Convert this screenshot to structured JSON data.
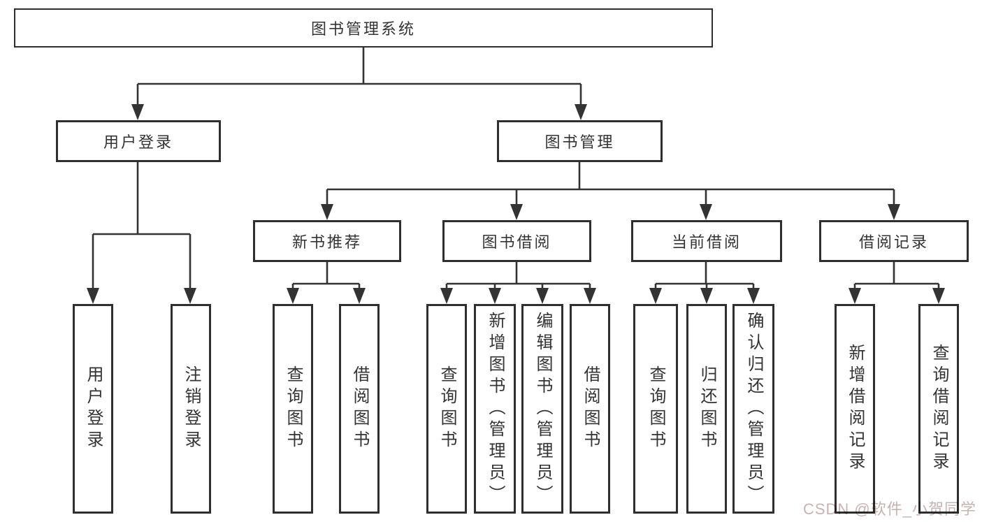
{
  "diagram": {
    "root": {
      "label": "图书管理系统"
    },
    "level2": {
      "user_login": {
        "label": "用户登录"
      },
      "book_management": {
        "label": "图书管理"
      }
    },
    "level3": {
      "new_book_recommend": {
        "label": "新书推荐"
      },
      "book_borrow": {
        "label": "图书借阅"
      },
      "current_borrow": {
        "label": "当前借阅"
      },
      "borrow_record": {
        "label": "借阅记录"
      }
    },
    "leaves": {
      "user_login_leaf": {
        "label": "用户登录"
      },
      "logout_leaf": {
        "label": "注销登录"
      },
      "recommend_query_book": {
        "label": "查询图书"
      },
      "recommend_borrow_book": {
        "label": "借阅图书"
      },
      "borrow_query_book": {
        "label": "查询图书"
      },
      "borrow_add_book": {
        "label": "新增图书（管理员）"
      },
      "borrow_edit_book": {
        "label": "编辑图书（管理员）"
      },
      "borrow_borrow_book": {
        "label": "借阅图书"
      },
      "current_query_book": {
        "label": "查询图书"
      },
      "current_return_book": {
        "label": "归还图书"
      },
      "current_confirm_return": {
        "label": "确认归还（管理员）"
      },
      "record_add_record": {
        "label": "新增借阅记录"
      },
      "record_query_record": {
        "label": "查询借阅记录"
      }
    }
  },
  "watermark": {
    "text": "CSDN @软件_小贺同学",
    "color": "#c9b2b2"
  },
  "colors": {
    "line": "#333333",
    "border": "#2f2f2f",
    "text": "#333333",
    "background": "#ffffff"
  }
}
